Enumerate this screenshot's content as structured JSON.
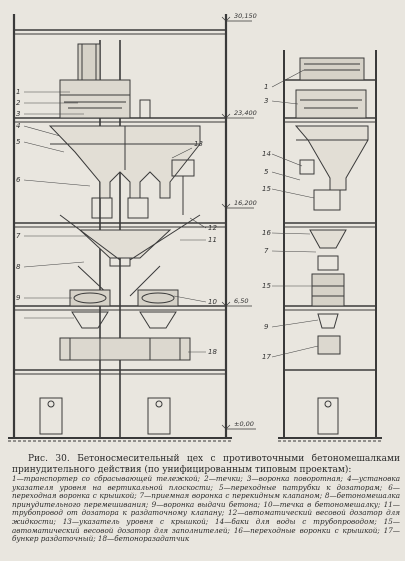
{
  "figure": {
    "elevations": {
      "e30150": "30,150",
      "e23400": "23,400",
      "e16200": "16,200",
      "e6500": "6,50",
      "e0": "±0,00"
    },
    "labels_left": [
      "1",
      "2",
      "3",
      "4",
      "5",
      "6",
      "7",
      "8",
      "9",
      "13",
      "12",
      "11",
      "10",
      "18"
    ],
    "labels_right": [
      "1",
      "3",
      "14",
      "5",
      "15",
      "16",
      "7",
      "15",
      "9",
      "17"
    ]
  },
  "caption": {
    "title_lead": "Рис. 30.",
    "title": "Бетоносмесительный цех с противоточными бетономешалками принудительного действия (по унифицированным типовым проектам):",
    "legend": "1—транспортер со сбрасывающей тележкой; 2—течки; 3—воронка поворотная; 4—установка указателя уровня на вертикальной плоскости; 5—переходные патрубки к дозаторам; 6—переходная воронка с крышкой; 7—приемная воронка с перекидным клапаном; 8—бетономешалка принудительного перемешивания; 9—воронка выдачи бетона; 10—течка в бетономешалку; 11—трубопровод от дозатора к раздаточному клапану; 12—автоматический весовой дозатор для жидкости; 13—указатель уровня с крышкой; 14—баки для воды с трубопроводом; 15—автоматический весовой дозатор для заполнителей; 16—переходные воронки с крышкой; 17—бункер раздаточный; 18—бетоноразадатчик"
  }
}
